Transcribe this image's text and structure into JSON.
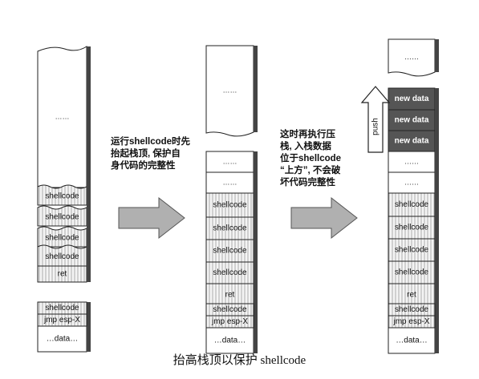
{
  "caption": "抬高栈顶以保护 shellcode",
  "annotations": {
    "step1": [
      "运行shellcode时先",
      "抬起栈顶, 保护自",
      "身代码的完整性"
    ],
    "step2": [
      "这时再执行压",
      "栈, 入栈数据",
      "位于shellcode",
      "“上方”, 不会破",
      "坏代码完整性"
    ]
  },
  "labels": {
    "ellipsis": "……",
    "shellcode": "shellcode",
    "ret": "ret",
    "jmp": "jmp esp-X",
    "data": "…data…",
    "new_data": "new data",
    "push": "push"
  },
  "colors": {
    "ink": "#222222",
    "hatched_fill": "#f4f4f4",
    "new_data_fill": "#555555",
    "arrow_fill": "#b0b0b0",
    "side_shade": "#444444"
  }
}
